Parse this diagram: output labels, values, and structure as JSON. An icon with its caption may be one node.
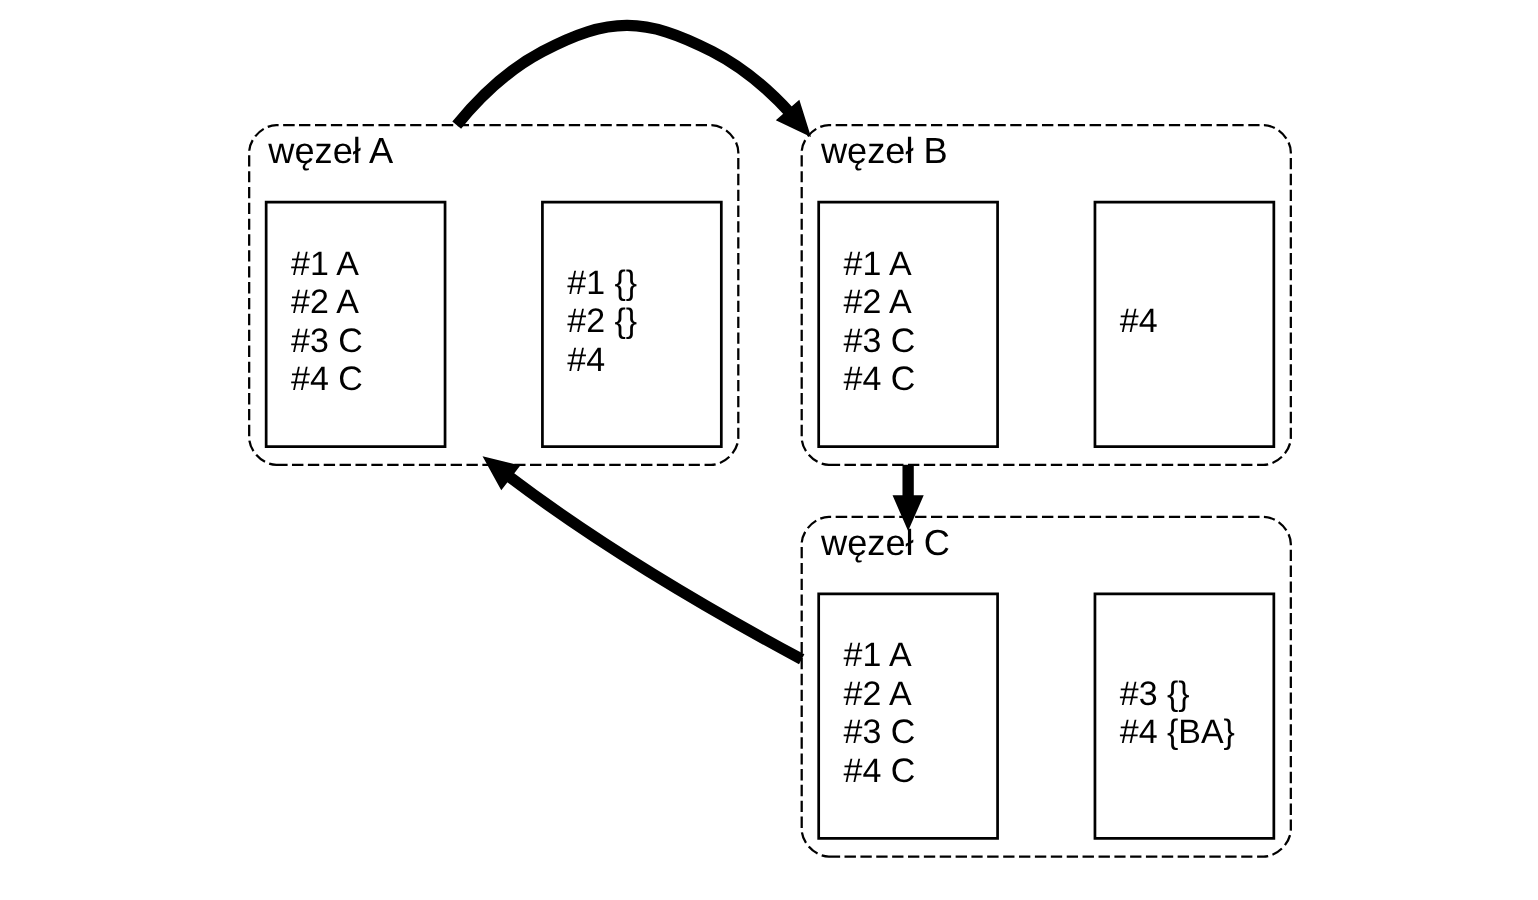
{
  "diagram": {
    "nodes": [
      {
        "text": [
          "węzeł A"
        ]
      },
      {
        "text": [
          "#1 {}",
          "#2 {}",
          "#4"
        ],
        "in": 0
      },
      {
        "text": [
          "#1 A",
          "#2 A",
          "#3 C",
          "#4 C"
        ],
        "in": 0
      },
      {
        "text": [
          "węzeł B"
        ]
      },
      {
        "text": [
          "#4"
        ],
        "in": 3
      },
      {
        "text": [
          "#1 A",
          "#2 A",
          "#3 C",
          "#4 C"
        ],
        "in": 3
      },
      {
        "text": [
          "węzeł C"
        ]
      },
      {
        "text": [
          "#3 {}",
          "#4 {BA}"
        ],
        "in": 6
      },
      {
        "text": [
          "#1 A",
          "#2 A",
          "#3 C",
          "#4 C"
        ],
        "in": 6
      }
    ],
    "edges": [
      {
        "from": 0,
        "to": 3,
        "arrow": "to"
      },
      {
        "from": 3,
        "to": 6,
        "arrow": "to"
      },
      {
        "from": 6,
        "to": 0,
        "arrow": "to"
      }
    ]
  }
}
